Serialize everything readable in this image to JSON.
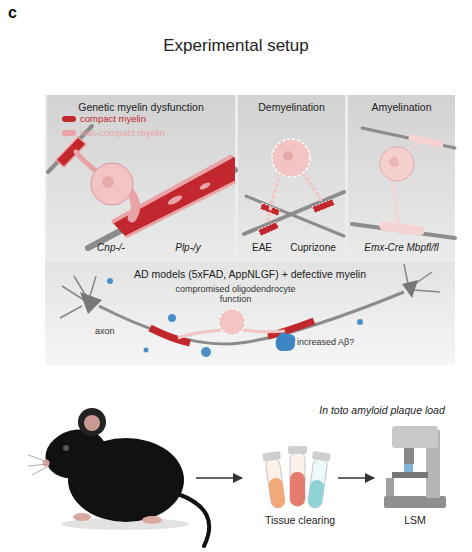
{
  "diagram": {
    "title": "Experimental setup",
    "nodes": [
      {
        "text": [
          "Genetic myelin dysfunction",
          "Cnp-/-",
          "Plp-/y"
        ]
      },
      {
        "text": [
          "Demyelination",
          "EAE",
          "Cuprizone"
        ]
      },
      {
        "text": [
          "Amyelination",
          "Emx-Cre Mbpfl/fl"
        ]
      },
      {
        "text": [
          "AD models (5xFAD, AppNLGF) + defective myelin",
          "compromised oligodendrocyte function",
          "axon",
          "increased Aβ?"
        ]
      }
    ],
    "labels": [
      "c",
      "In toto amyloid plaque load",
      "Tissue clearing",
      "LSM"
    ],
    "legend": [
      {
        "text": "compact myelin",
        "color": "#c1272d"
      },
      {
        "text": "non-compact myelin",
        "color": "#e9a3a6"
      }
    ]
  }
}
